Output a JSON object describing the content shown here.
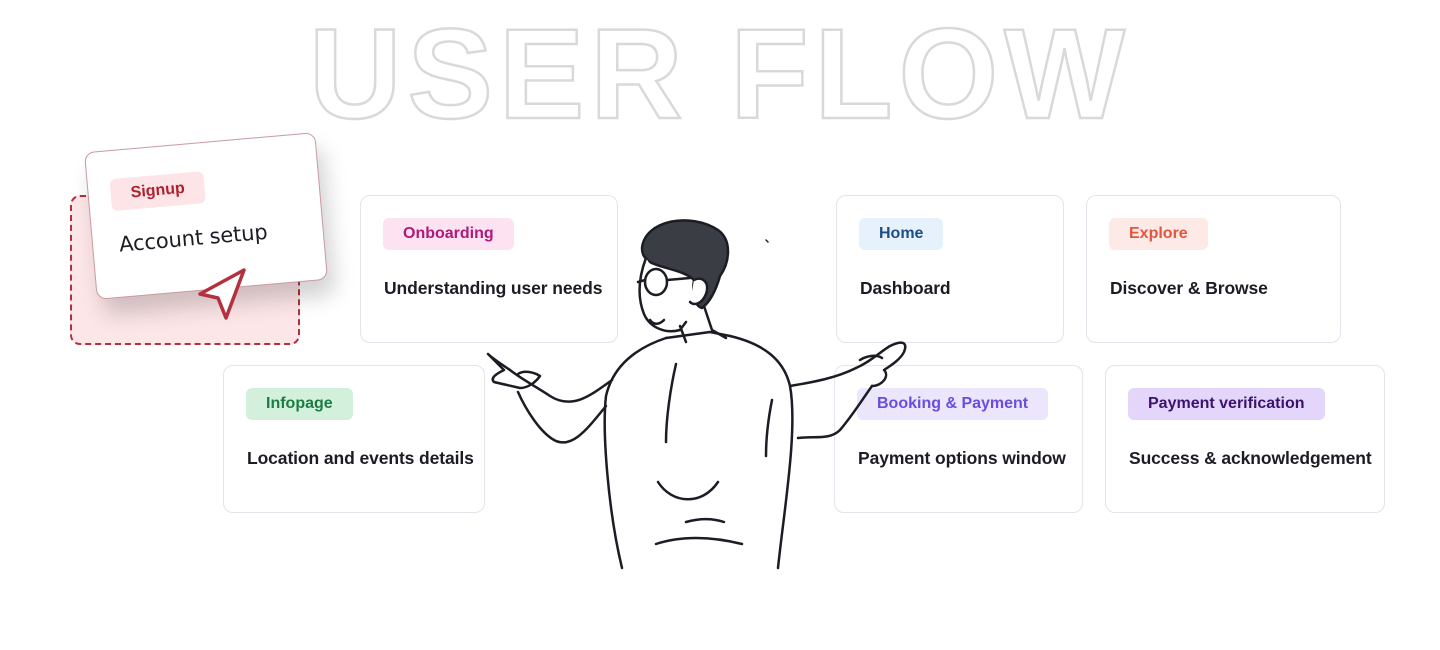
{
  "title": "USER FLOW",
  "colors": {
    "title_stroke": "#d9d9d9",
    "signup_accent": "#b0202f",
    "card_border": "#e3e4ec"
  },
  "signup": {
    "tag": "Signup",
    "description": "Account setup"
  },
  "cards": [
    {
      "tag": "Onboarding",
      "description": "Understanding user needs",
      "tag_bg": "#fde2f2",
      "tag_color": "#b0187a"
    },
    {
      "tag": "Home",
      "description": "Dashboard",
      "tag_bg": "#e6f1fb",
      "tag_color": "#1c4f86"
    },
    {
      "tag": "Explore",
      "description": "Discover & Browse",
      "tag_bg": "#fdeae6",
      "tag_color": "#e2563f"
    },
    {
      "tag": "Infopage",
      "description": "Location and events details",
      "tag_bg": "#d3f0dc",
      "tag_color": "#1b7d43"
    },
    {
      "tag": "Booking & Payment",
      "description": "Payment options window",
      "tag_bg": "#ece6fd",
      "tag_color": "#6a4de0"
    },
    {
      "tag": "Payment verification",
      "description": "Success & acknowledgement",
      "tag_bg": "#e4d6fb",
      "tag_color": "#3c1270"
    }
  ],
  "icons": {
    "cursor": "cursor-arrow-icon",
    "illustration": "confused-man-shrugging"
  }
}
